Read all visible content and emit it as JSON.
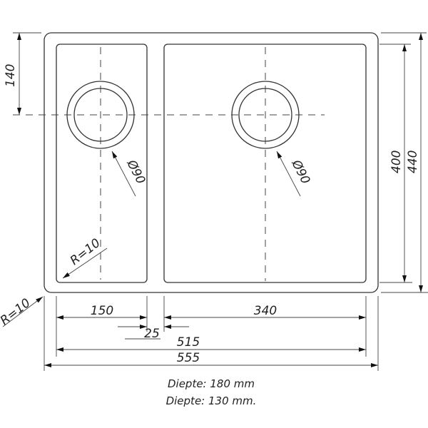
{
  "drawing": {
    "dimensions": {
      "drain_offset": "140",
      "inner_height": "400",
      "outer_height": "440",
      "left_bowl_width": "150",
      "right_bowl_width": "340",
      "divider_width": "25",
      "inner_total_width": "515",
      "outer_total_width": "555",
      "left_drain_diameter": "Ø90",
      "right_drain_diameter": "Ø90",
      "inner_radius": "R=10",
      "outer_radius": "R=10"
    },
    "depth_notes": [
      "Diepte: 180 mm",
      "Diepte: 130 mm."
    ]
  }
}
